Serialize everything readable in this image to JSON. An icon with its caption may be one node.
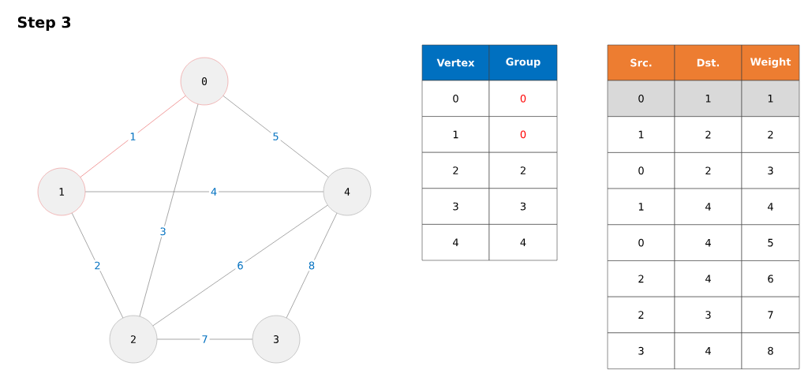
{
  "diagram": {
    "title": "Step 3",
    "nodes": [
      {
        "text": [
          "0"
        ]
      },
      {
        "text": [
          "1"
        ]
      },
      {
        "text": [
          "2"
        ]
      },
      {
        "text": [
          "3"
        ]
      },
      {
        "text": [
          "4"
        ]
      }
    ],
    "edges": [
      {
        "from": 0,
        "to": 1,
        "arrow": "none",
        "label": "1",
        "color": "#e85a5a"
      },
      {
        "from": 1,
        "to": 2,
        "arrow": "none",
        "label": "2"
      },
      {
        "from": 0,
        "to": 2,
        "arrow": "none",
        "label": "3"
      },
      {
        "from": 1,
        "to": 4,
        "arrow": "none",
        "label": "4"
      },
      {
        "from": 0,
        "to": 4,
        "arrow": "none",
        "label": "5"
      },
      {
        "from": 2,
        "to": 4,
        "arrow": "none",
        "label": "6"
      },
      {
        "from": 2,
        "to": 3,
        "arrow": "none",
        "label": "7"
      },
      {
        "from": 4,
        "to": 3,
        "arrow": "none",
        "label": "8"
      }
    ],
    "labels": [
      "Vertex",
      "Group",
      "0",
      "0",
      "1",
      "0",
      "2",
      "2",
      "3",
      "3",
      "4",
      "4",
      "Src.",
      "Dst.",
      "Weight",
      "0",
      "1",
      "1",
      "1",
      "2",
      "2",
      "0",
      "2",
      "3",
      "1",
      "4",
      "4",
      "0",
      "4",
      "5",
      "2",
      "4",
      "6",
      "2",
      "3",
      "7",
      "3",
      "4",
      "8"
    ]
  }
}
